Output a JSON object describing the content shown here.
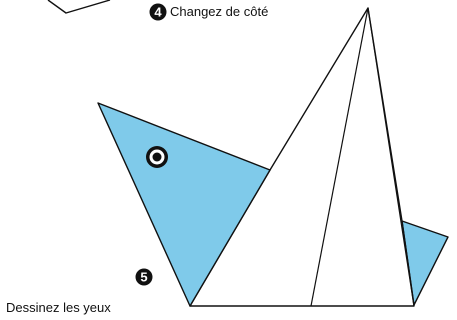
{
  "steps": [
    {
      "number": "4",
      "label": "Changez de côté"
    },
    {
      "number": "5",
      "label": "Dessinez les yeux"
    }
  ],
  "colors": {
    "fill_blue": "#7fcaea",
    "outline": "#111111",
    "badge": "#111111",
    "background": "#ffffff"
  },
  "icons": {
    "step_badge": "black-circle-with-white-number",
    "eye": "bullseye-circle"
  }
}
